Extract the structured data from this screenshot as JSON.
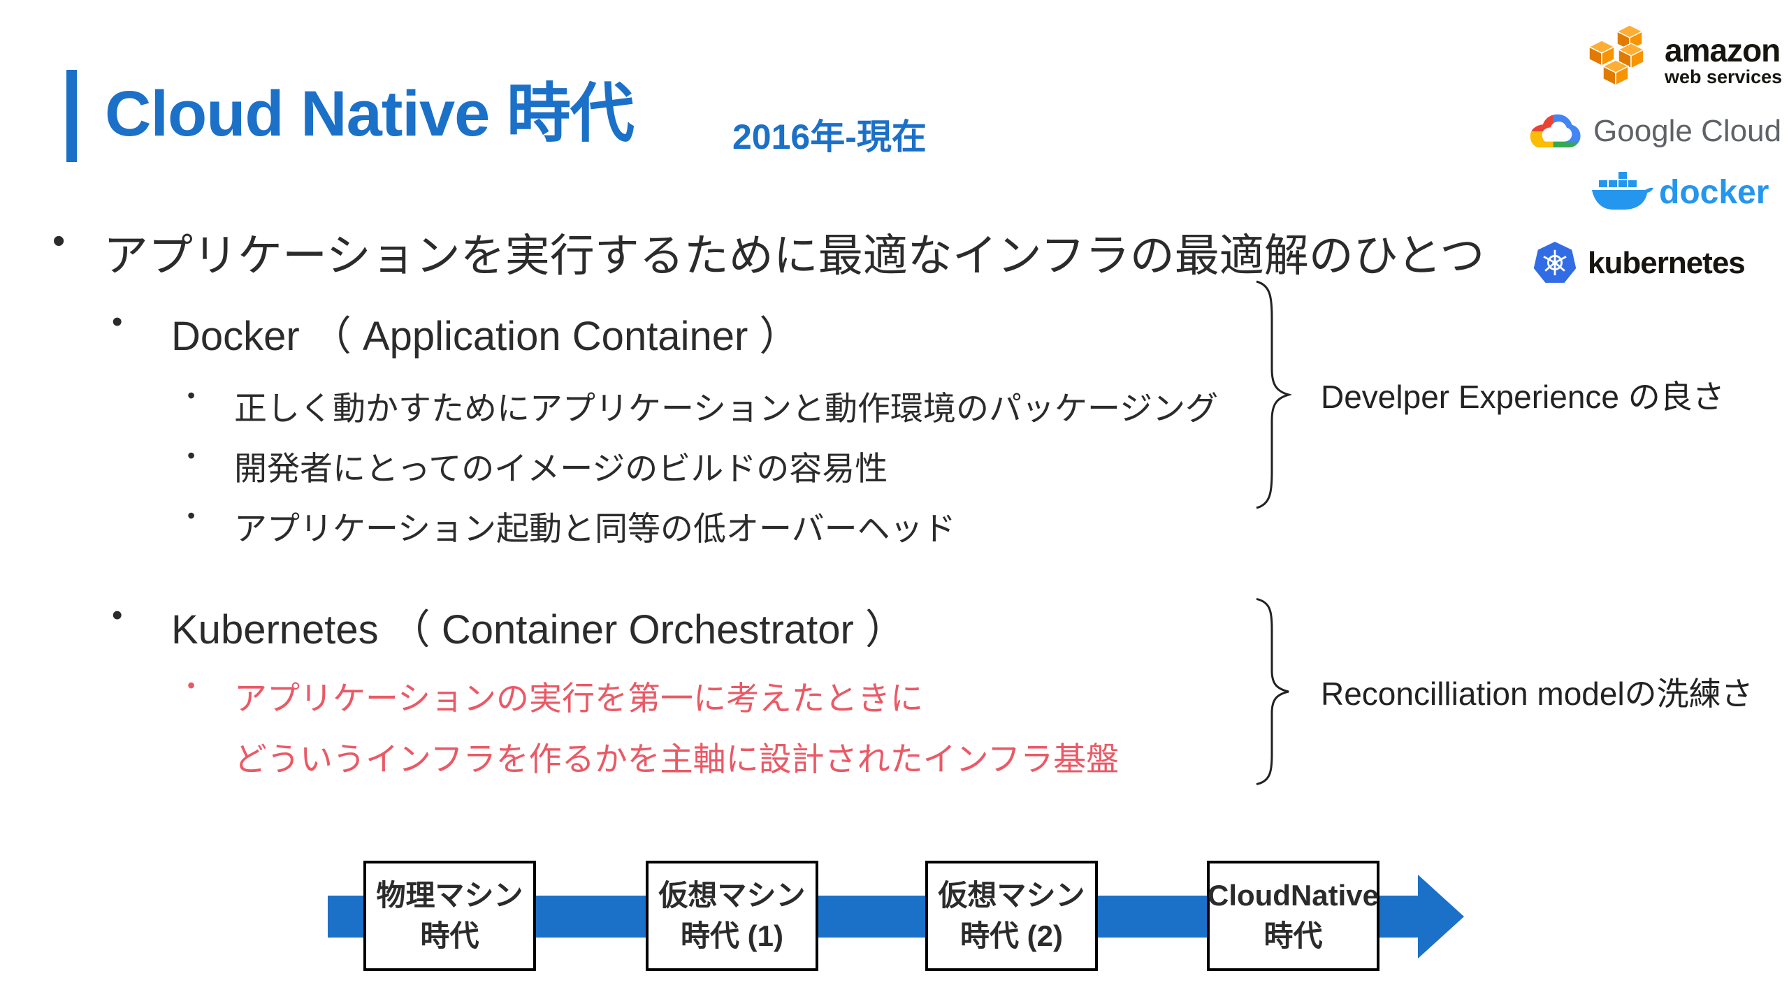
{
  "header": {
    "title": "Cloud Native 時代",
    "subtitle": "2016年-現在"
  },
  "logos": {
    "aws": {
      "line1": "amazon",
      "line2": "web services"
    },
    "google": {
      "label": "Google Cloud"
    },
    "docker": {
      "label": "docker"
    },
    "kubernetes": {
      "label": "kubernetes"
    }
  },
  "bullets": {
    "level1": "アプリケーションを実行するために最適なインフラの最適解のひとつ",
    "docker": {
      "heading": "Docker （ Application Container ）",
      "items": [
        "正しく動かすためにアプリケーションと動作環境のパッケージング",
        "開発者にとってのイメージのビルドの容易性",
        "アプリケーション起動と同等の低オーバーヘッド"
      ]
    },
    "kubernetes": {
      "heading": "Kubernetes （ Container Orchestrator ）",
      "item_line1": "アプリケーションの実行を第一に考えたときに",
      "item_line2": "どういうインフラを作るかを主軸に設計されたインフラ基盤"
    }
  },
  "annotations": [
    {
      "label": "Develper Experience の良さ"
    },
    {
      "label": "Reconcilliation modelの洗練さ"
    }
  ],
  "timeline": {
    "boxes": [
      {
        "line1": "物理マシン",
        "line2": "時代"
      },
      {
        "line1": "仮想マシン",
        "line2": "時代 (1)"
      },
      {
        "line1": "仮想マシン",
        "line2": "時代 (2)"
      },
      {
        "line1": "CloudNative",
        "line2": "時代"
      }
    ]
  },
  "glyphs": {
    "bullet": "•"
  },
  "colors": {
    "accent_blue": "#1B70C8",
    "red_text": "#EA5965",
    "docker_blue": "#2496ED",
    "kubernetes_blue": "#326CE5",
    "aws_orange": "#F79400",
    "google_gray": "#5F6368",
    "text_black": "#2B2B2B"
  }
}
